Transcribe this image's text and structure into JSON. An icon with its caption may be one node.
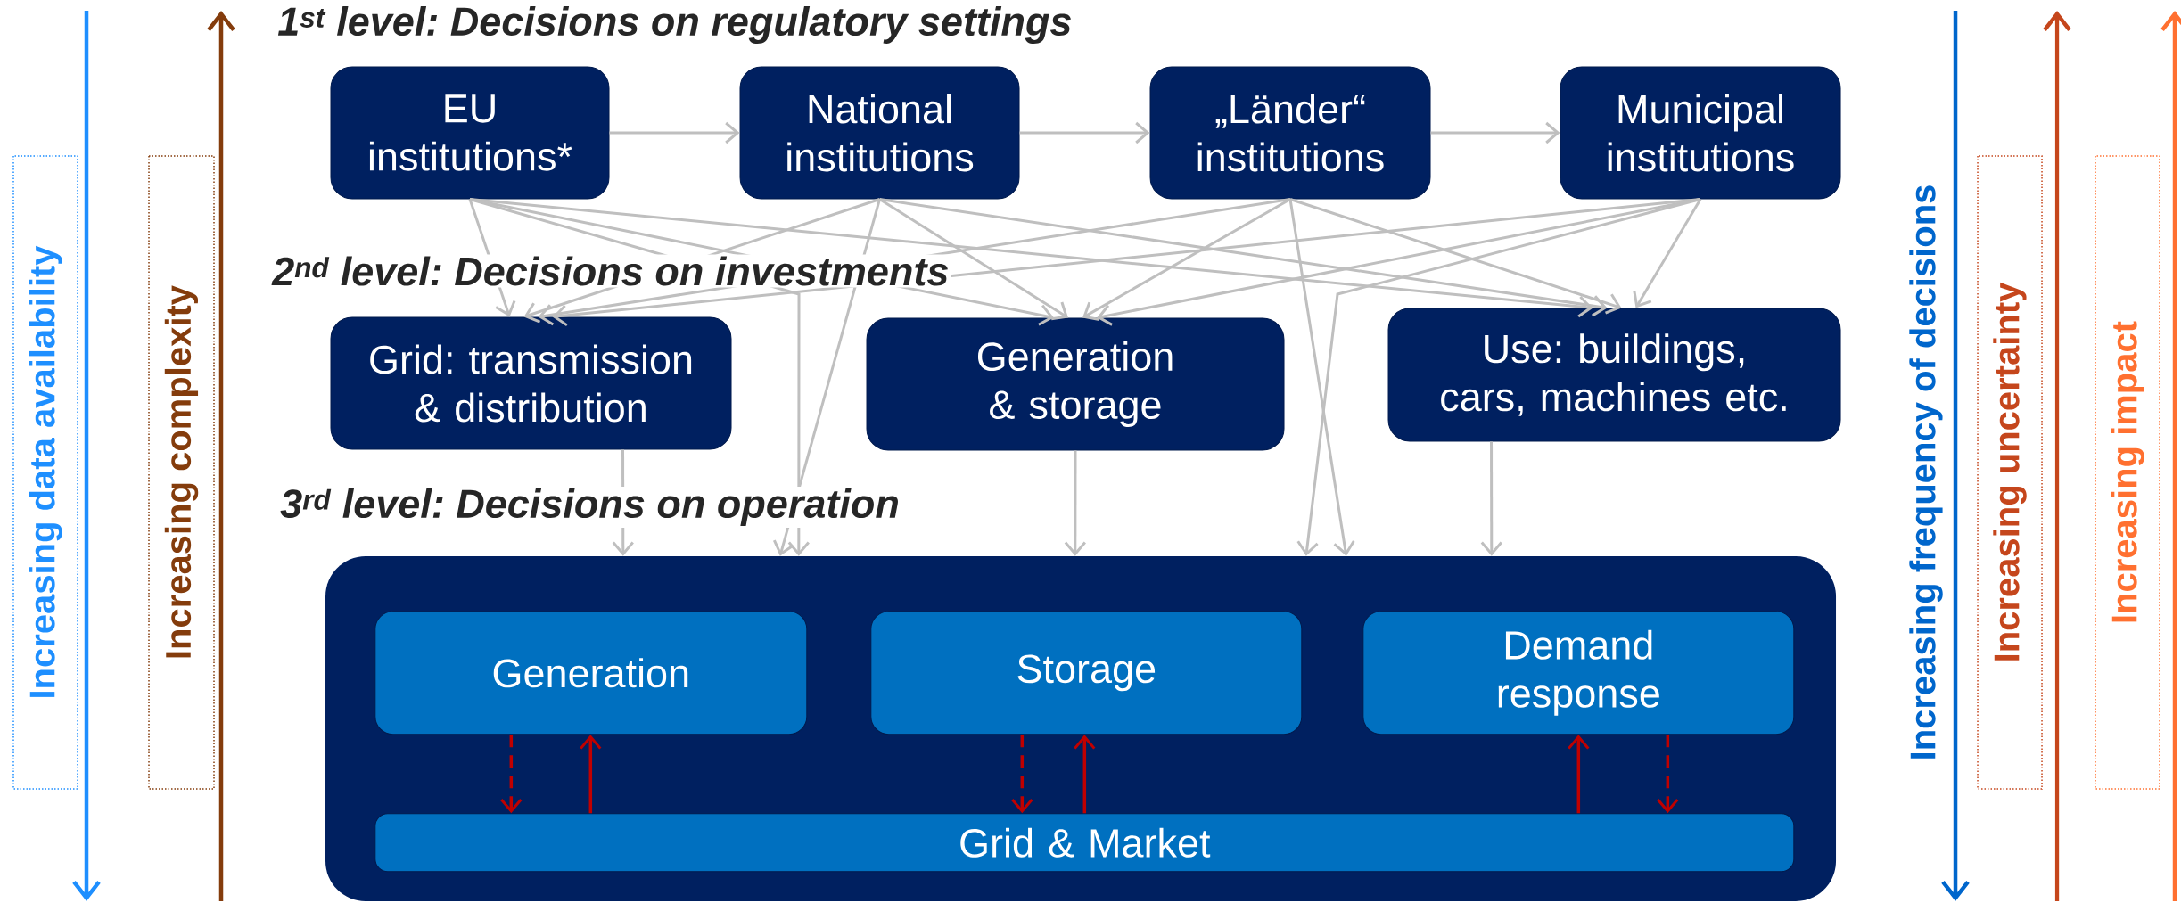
{
  "diagram": {
    "nodes": [
      {
        "text": [
          "EU institutions*"
        ]
      },
      {
        "text": [
          "National institutions"
        ]
      },
      {
        "text": [
          "„Länder“ institutions"
        ]
      },
      {
        "text": [
          "Municipal institutions"
        ]
      },
      {
        "text": [
          "Grid: transmission & distribution"
        ]
      },
      {
        "text": [
          "Generation & storage"
        ]
      },
      {
        "text": [
          "Use: buildings, cars, machines etc."
        ]
      },
      {
        "text": [],
        "shape": "box"
      },
      {
        "text": [
          "Generation"
        ],
        "in": 7
      },
      {
        "text": [
          "Storage"
        ],
        "in": 7
      },
      {
        "text": [
          "Demand response"
        ],
        "in": 7
      },
      {
        "text": [
          "Grid & Market"
        ],
        "in": 7
      },
      {
        "text": [
          "Increasing data availability"
        ]
      },
      {
        "text": [
          "Increasing complexity"
        ]
      },
      {
        "text": [
          "Increasing uncertainty"
        ]
      },
      {
        "text": [
          "Increasing impact"
        ]
      }
    ],
    "edges": [
      {
        "from": 0,
        "to": 1,
        "arrow": "to"
      },
      {
        "from": 1,
        "to": 2,
        "arrow": "to"
      },
      {
        "from": 2,
        "to": 3,
        "arrow": "to"
      },
      {
        "from": 0,
        "to": 4,
        "arrow": "to"
      },
      {
        "from": 0,
        "to": 5,
        "arrow": "to"
      },
      {
        "from": 0,
        "to": 6,
        "arrow": "to"
      },
      {
        "from": 1,
        "to": 4,
        "arrow": "to"
      },
      {
        "from": 1,
        "to": 5,
        "arrow": "to"
      },
      {
        "from": 1,
        "to": 6,
        "arrow": "to"
      },
      {
        "from": 2,
        "to": 4,
        "arrow": "to"
      },
      {
        "from": 2,
        "to": 5,
        "arrow": "to"
      },
      {
        "from": 2,
        "to": 6,
        "arrow": "to"
      },
      {
        "from": 3,
        "to": 4,
        "arrow": "to"
      },
      {
        "from": 3,
        "to": 5,
        "arrow": "to"
      },
      {
        "from": 3,
        "to": 6,
        "arrow": "to"
      },
      {
        "from": 0,
        "to": 7,
        "arrow": "to"
      },
      {
        "from": 1,
        "to": 7,
        "arrow": "to"
      },
      {
        "from": 2,
        "to": 7,
        "arrow": "to"
      },
      {
        "from": 3,
        "to": 7,
        "arrow": "to"
      },
      {
        "from": 4,
        "to": 7,
        "arrow": "to"
      },
      {
        "from": 5,
        "to": 7,
        "arrow": "to"
      },
      {
        "from": 6,
        "to": 7,
        "arrow": "to"
      },
      {
        "from": 8,
        "to": 11,
        "arrow": "to",
        "style": "dashed",
        "color": "#c00000"
      },
      {
        "from": 11,
        "to": 8,
        "arrow": "to",
        "color": "#c00000"
      },
      {
        "from": 9,
        "to": 11,
        "arrow": "to",
        "style": "dashed",
        "color": "#c00000"
      },
      {
        "from": 11,
        "to": 9,
        "arrow": "to",
        "color": "#c00000"
      },
      {
        "from": 11,
        "to": 10,
        "arrow": "to",
        "color": "#c00000"
      },
      {
        "from": 10,
        "to": 11,
        "arrow": "to",
        "style": "dashed",
        "color": "#c00000"
      }
    ],
    "labels": [
      "1$^{st}$ level: Decisions on regulatory settings",
      "2$^{nd}$ level: Decisions on investments",
      "3$^{rd}$ level: Decisions on operation",
      "Increasing frequency of decisions"
    ]
  }
}
